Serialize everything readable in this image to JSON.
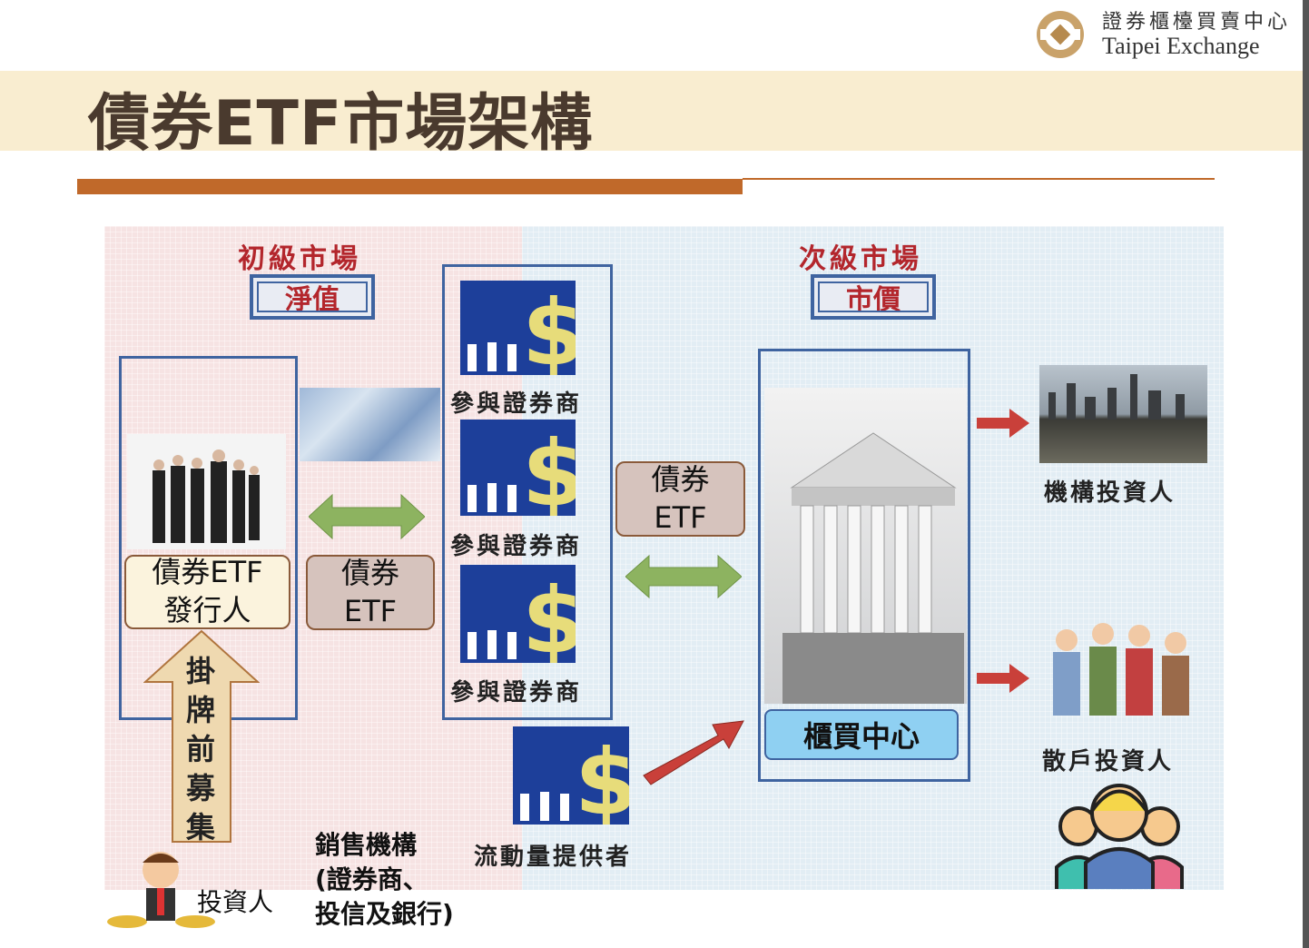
{
  "logo": {
    "name_zh": "證券櫃檯買賣中心",
    "name_en": "Taipei Exchange"
  },
  "title": "債券ETF市場架構",
  "primary_market": {
    "heading": "初級市場",
    "price_label": "淨值"
  },
  "secondary_market": {
    "heading": "次級市場",
    "price_label": "市價"
  },
  "issuer_label": [
    "債券ETF",
    "發行人"
  ],
  "bond_etf_left": [
    "債券",
    "ETF"
  ],
  "bond_etf_mid": [
    "債券",
    "ETF"
  ],
  "dealers": [
    "參與證券商",
    "參與證券商",
    "參與證券商"
  ],
  "pre_listing_label": [
    "掛",
    "牌",
    "前",
    "募",
    "集"
  ],
  "investor_label": "投資人",
  "sales_agents": [
    "銷售機構",
    "(證券商、",
    "投信及銀行)"
  ],
  "liquidity_provider": "流動量提供者",
  "exchange_label": "櫃買中心",
  "institutional_investors": "機構投資人",
  "retail_investors": "散戶投資人",
  "colors": {
    "title_band": "#f9edd0",
    "accent_orange": "#c0692a",
    "frame_blue": "#3f64a0",
    "heading_red": "#b3262c",
    "exchange_blue": "#8fd0f2",
    "arrow_green": "#8db360",
    "arrow_red": "#c9403a"
  }
}
